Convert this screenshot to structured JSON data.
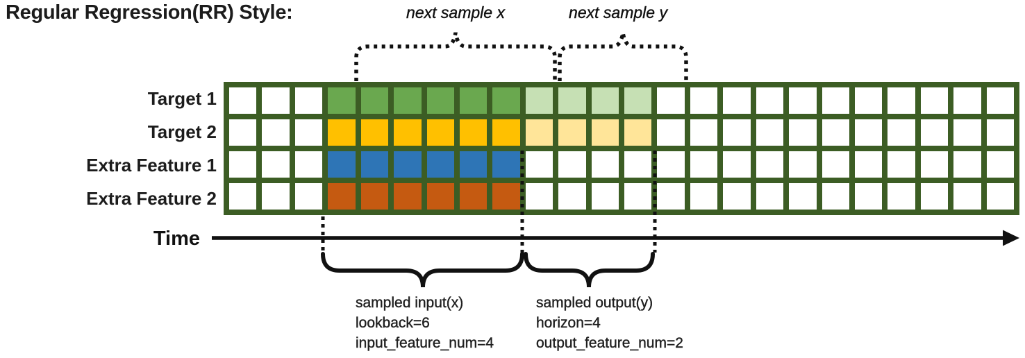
{
  "title": "Regular Regression(RR) Style:",
  "top_annotations": {
    "next_sample_x": "next sample x",
    "next_sample_y": "next sample y"
  },
  "time_axis": {
    "label": "Time"
  },
  "grid": {
    "columns": 24,
    "line_color": "#3C5D24",
    "cell_background": "#FFFFFF",
    "rows": [
      {
        "label": "Target 1",
        "segments": [
          {
            "count": 3,
            "color": "#FFFFFF"
          },
          {
            "count": 6,
            "color": "#6AA84F"
          },
          {
            "count": 4,
            "color": "#C6E0B4"
          },
          {
            "count": 11,
            "color": "#FFFFFF"
          }
        ]
      },
      {
        "label": "Target 2",
        "segments": [
          {
            "count": 3,
            "color": "#FFFFFF"
          },
          {
            "count": 6,
            "color": "#FFC000"
          },
          {
            "count": 4,
            "color": "#FFE599"
          },
          {
            "count": 11,
            "color": "#FFFFFF"
          }
        ]
      },
      {
        "label": "Extra Feature 1",
        "segments": [
          {
            "count": 3,
            "color": "#FFFFFF"
          },
          {
            "count": 6,
            "color": "#2E75B6"
          },
          {
            "count": 15,
            "color": "#FFFFFF"
          }
        ]
      },
      {
        "label": "Extra Feature 2",
        "segments": [
          {
            "count": 3,
            "color": "#FFFFFF"
          },
          {
            "count": 6,
            "color": "#C55A11"
          },
          {
            "count": 15,
            "color": "#FFFFFF"
          }
        ]
      }
    ]
  },
  "annotations": {
    "input": {
      "lines": [
        "sampled input(x)",
        "lookback=6",
        "input_feature_num=4"
      ]
    },
    "output": {
      "lines": [
        "sampled output(y)",
        "horizon=4",
        "output_feature_num=2"
      ]
    }
  }
}
